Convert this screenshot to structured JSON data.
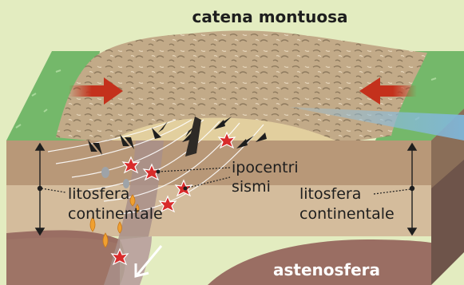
{
  "labels": {
    "title": "catena montuosa",
    "hypocenters_line1": "ipocentri",
    "hypocenters_line2": "sismi",
    "lithosphere_left_line1": "litosfera",
    "lithosphere_left_line2": "continentale",
    "lithosphere_right_line1": "litosfera",
    "lithosphere_right_line2": "continentale",
    "asthenosphere": "astenosfera"
  },
  "colors": {
    "background": "#e3ecc0",
    "crust_upper": "#b89878",
    "crust_lower": "#d4bc9c",
    "asthenosphere": "#9a6e63",
    "grass": "#74b86a",
    "mountains": "#bfa886",
    "push_arrow": "#c4311c",
    "slab_arrow": "#ffffff",
    "quake_star": "#d82b2b",
    "magma": "#f0a030"
  },
  "icons": {
    "compression": "red-arrow-icon",
    "earthquake": "star-burst-icon",
    "fault_slip": "half-arrow-icon",
    "magma": "drop-icon",
    "subduction": "arrow-icon"
  }
}
